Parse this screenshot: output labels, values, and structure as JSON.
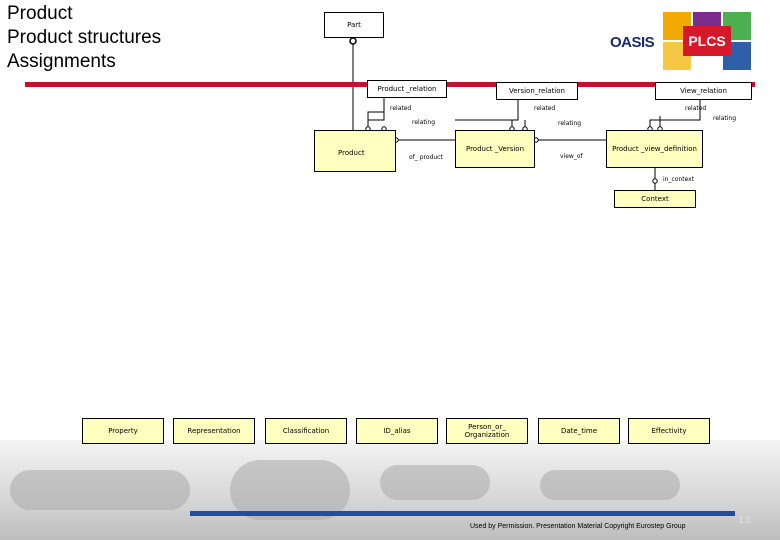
{
  "title": {
    "line1": "Product",
    "line2": "Product structures",
    "line3": "Assignments"
  },
  "entities": {
    "part": "Part",
    "product_relation": "Product _relation",
    "version_relation": "Version_relation",
    "view_relation": "View_relation",
    "product": "Product",
    "product_version": "Product _Version",
    "product_view_definition": "Product _view_definition",
    "context": "Context"
  },
  "roles": {
    "related_1": "related",
    "relating_1": "relating",
    "related_2": "related",
    "relating_2": "relating",
    "related_3": "related",
    "relating_3": "relating",
    "of_product": "of_ product",
    "view_of": "view_of",
    "in_context": "in_context"
  },
  "assignments": [
    "Property",
    "Representation",
    "Classification",
    "ID_alias",
    "Person_or_ Organization",
    "Date_time",
    "Effectivity"
  ],
  "logo": {
    "oasis": "OASIS",
    "plcs": "PLCS"
  },
  "footer": "Used by Permission. Presentation Material Copyright Eurostep Group",
  "page_number": "13",
  "colors": {
    "rule": "#c8102e",
    "bar": "#1f4e9c",
    "entity_fill": "#ffffc0"
  }
}
